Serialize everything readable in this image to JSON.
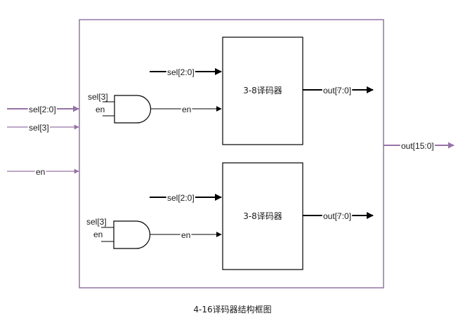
{
  "diagram": {
    "caption": "4-16译码器结构框图",
    "inputs": {
      "sel_low": "sel[2:0]",
      "sel_high": "sel[3]",
      "en": "en"
    },
    "output": "out[15:0]",
    "decoders": [
      {
        "label": "3-8译码器",
        "sel_in": "sel[2:0]",
        "out": "out[7:0]",
        "gate": {
          "in_a": "sel[3]",
          "in_b": "en",
          "out": "en"
        }
      },
      {
        "label": "3-8译码器",
        "sel_in": "sel[2:0]",
        "out": "out[7:0]",
        "gate": {
          "in_a": "sel[3]",
          "in_b": "en",
          "out": "en"
        }
      }
    ],
    "colors": {
      "frame": "#9673a6",
      "line": "#000000",
      "text": "#1a1a1a"
    }
  }
}
